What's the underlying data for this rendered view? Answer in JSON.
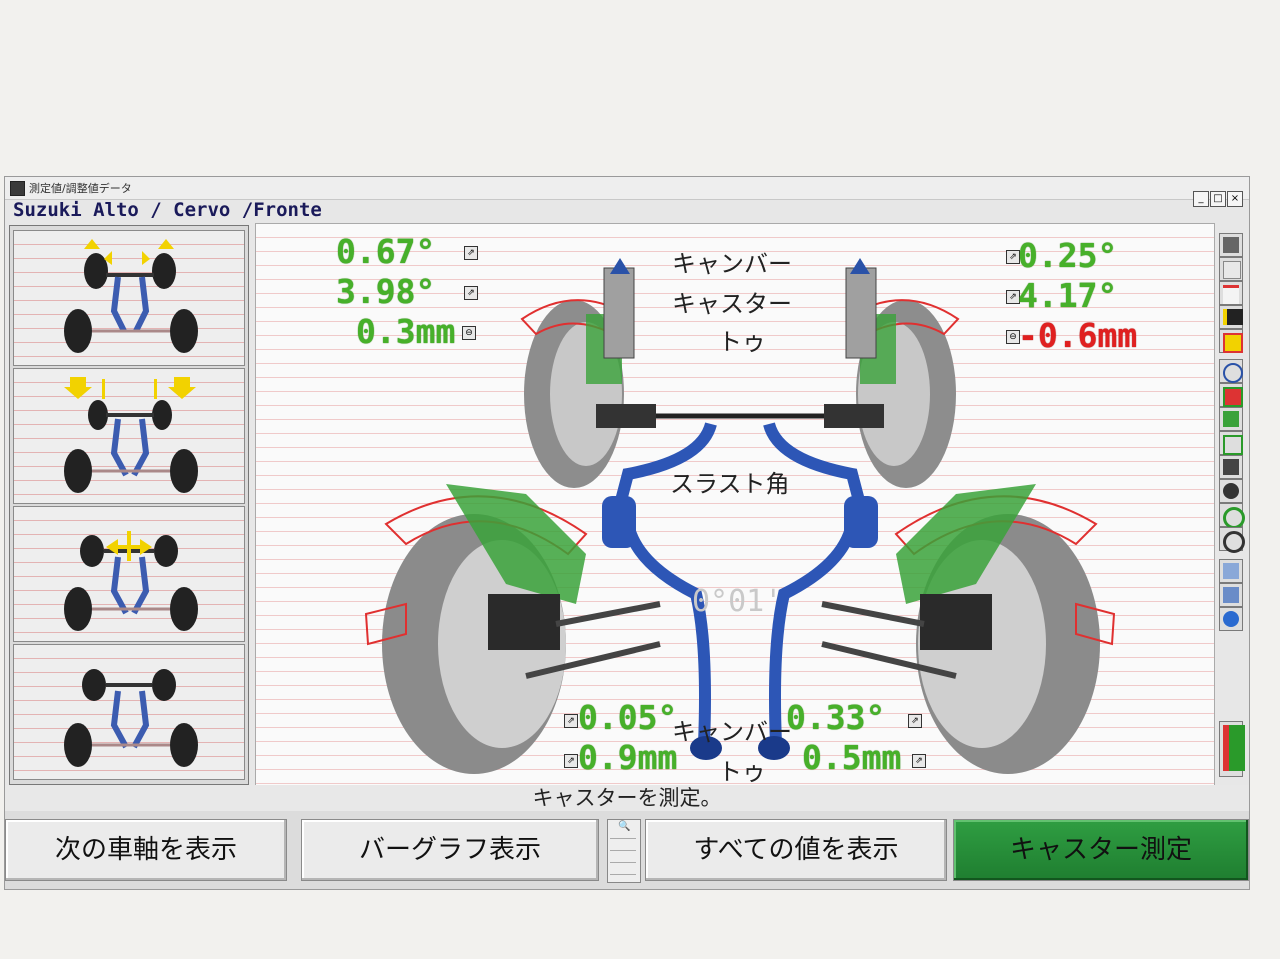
{
  "window": {
    "title": "測定値/調整値データ",
    "vehicle": "Suzuki  Alto / Cervo /Fronte",
    "controls": [
      "_",
      "□",
      "×"
    ]
  },
  "left_panel": {
    "views": [
      {
        "name": "camber-caster-view"
      },
      {
        "name": "vertical-movement-view"
      },
      {
        "name": "toe-view"
      },
      {
        "name": "rear-axle-view"
      }
    ]
  },
  "labels": {
    "camber": "キャンバー",
    "caster": "キャスター",
    "toe": "トゥ",
    "thrust_angle": "スラスト角",
    "rear_camber": "キャンバー",
    "rear_toe": "トゥ"
  },
  "front_left": {
    "camber": "0.67°",
    "caster": "3.98°",
    "toe": "0.3mm"
  },
  "front_right": {
    "camber": "0.25°",
    "caster": "4.17°",
    "toe": "-0.6mm"
  },
  "thrust_angle": "0°01'",
  "rear_left": {
    "camber": "0.05°",
    "toe": "0.9mm"
  },
  "rear_right": {
    "camber": "0.33°",
    "toe": "0.5mm"
  },
  "colors": {
    "ok": "#47b02a",
    "out_of_range": "#e02020",
    "action": "#2f9e42"
  },
  "status_text": "キャスターを測定。",
  "buttons": {
    "next_axle": "次の車軸を表示",
    "bar_graph": "バーグラフ表示",
    "show_all": "すべての値を表示",
    "measure_caster": "キャスター測定"
  },
  "toolbar_icons": [
    "vehicle-icon",
    "spec-icon",
    "value-icon",
    "wrench-icon",
    "camber-icon",
    "caster-icon",
    "toe-icon",
    "axle-icon",
    "adjust-icon",
    "thrust-icon",
    "wheel-icon",
    "setback-icon",
    "rim-icon",
    "print-icon",
    "save-icon",
    "globe-icon",
    "lift-icon"
  ]
}
